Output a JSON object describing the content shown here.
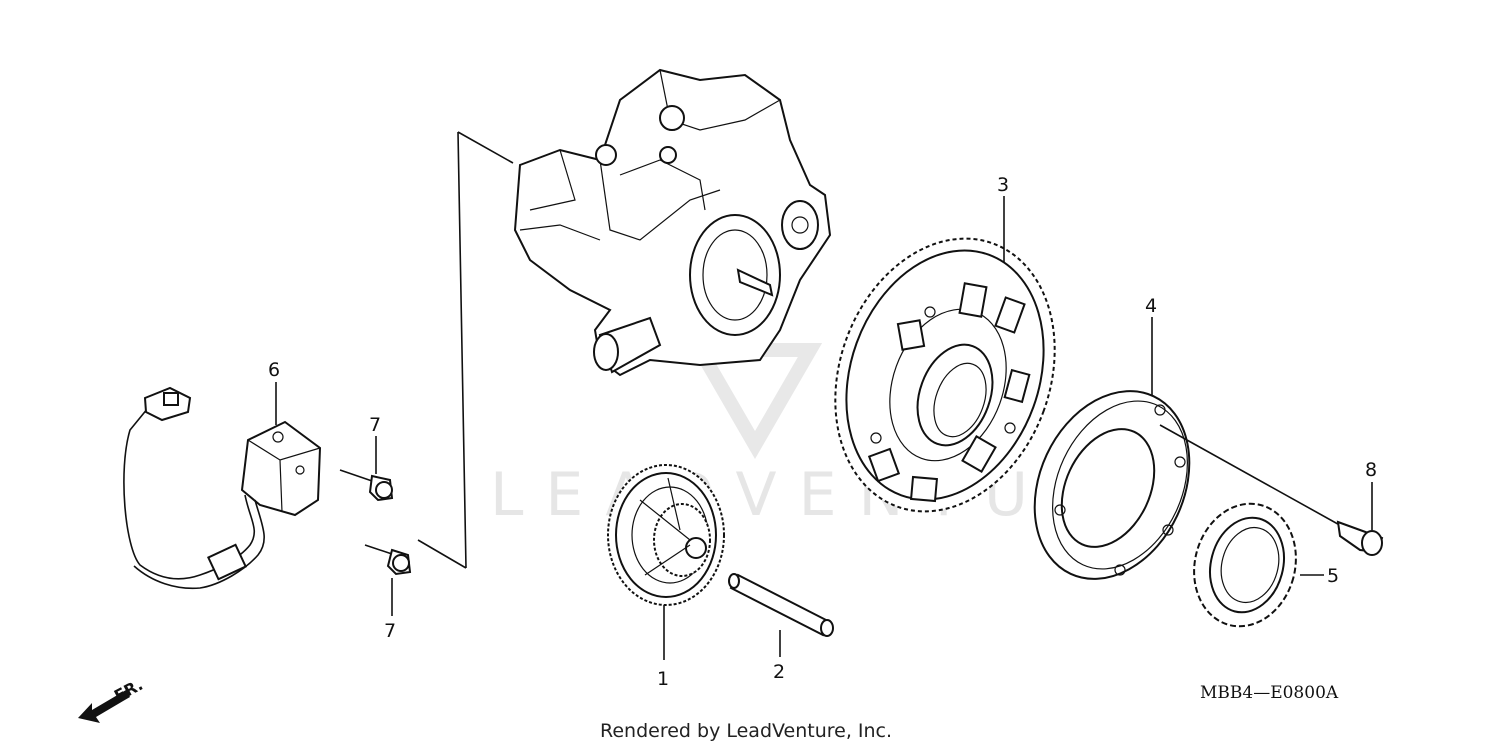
{
  "diagram": {
    "callouts": [
      "1",
      "2",
      "3",
      "4",
      "5",
      "6",
      "7",
      "7",
      "8"
    ],
    "front_indicator": "FR.",
    "diagram_code": "MBB4—E0800A",
    "credit": "Rendered by LeadVenture, Inc.",
    "watermark": "LEADVENTURE"
  }
}
